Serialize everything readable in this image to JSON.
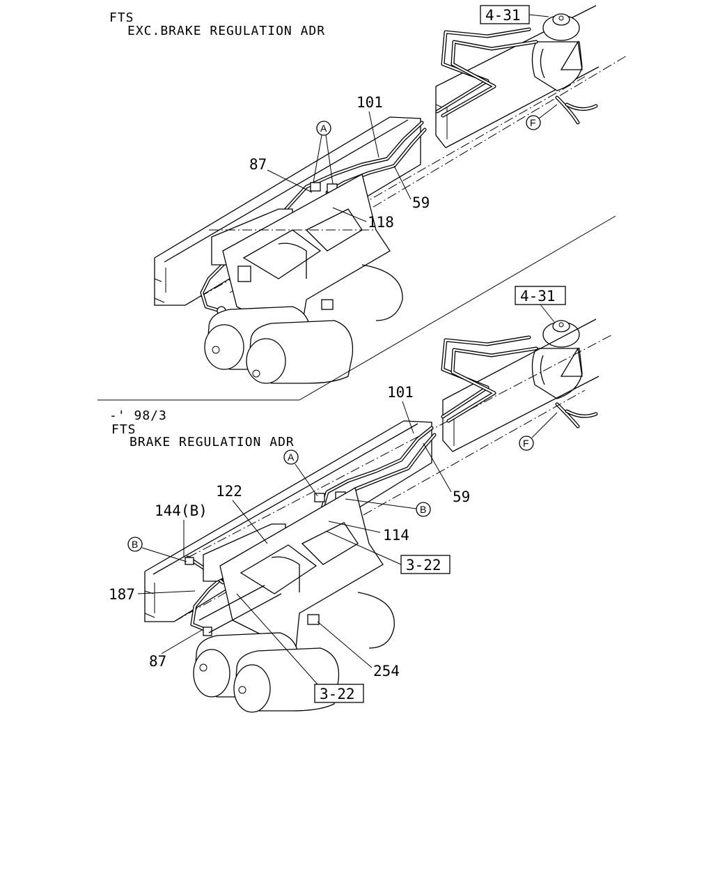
{
  "top_view": {
    "header_line1": "FTS",
    "header_line2": "EXC.BRAKE REGULATION ADR",
    "ref_box": "4-31",
    "callouts": {
      "c101": "101",
      "c87": "87",
      "c118": "118",
      "c59": "59"
    },
    "circle_a": "A",
    "circle_f": "F"
  },
  "bottom_view": {
    "date_code": "-' 98/3",
    "header_line1": "FTS",
    "header_line2": "BRAKE REGULATION ADR",
    "ref_box": "4-31",
    "ref_box_322_a": "3-22",
    "ref_box_322_b": "3-22",
    "callouts": {
      "c101": "101",
      "c59": "59",
      "c122": "122",
      "c144": "144(B)",
      "c114": "114",
      "c187": "187",
      "c87": "87",
      "c254": "254"
    },
    "circle_a": "A",
    "circle_b1": "B",
    "circle_b2": "B",
    "circle_f": "F"
  }
}
